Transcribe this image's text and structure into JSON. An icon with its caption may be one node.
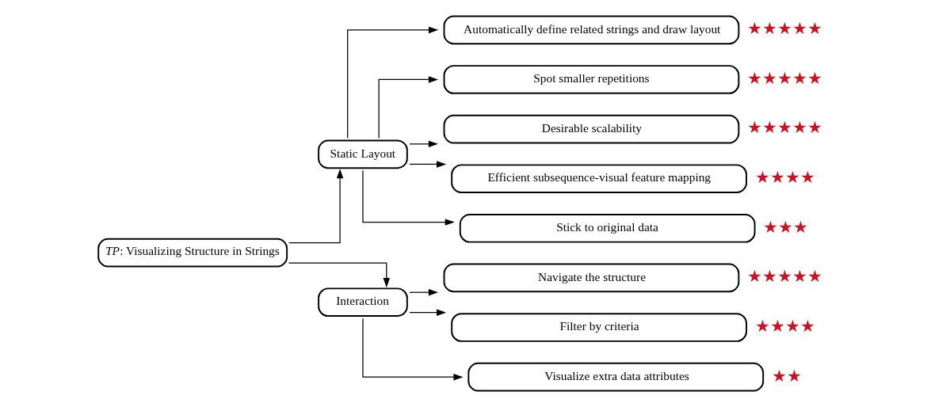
{
  "diagram": {
    "nodes": [
      {
        "text": [
          "*TP*: Visualizing Structure in Strings"
        ]
      },
      {
        "text": [
          "Static Layout"
        ]
      },
      {
        "text": [
          "Interaction"
        ]
      },
      {
        "text": [
          "Automatically define related strings and draw layout"
        ],
        "beside": [
          "★★★★★"
        ]
      },
      {
        "text": [
          "Spot smaller repetitions"
        ],
        "beside": [
          "★★★★★"
        ]
      },
      {
        "text": [
          "Desirable scalability"
        ],
        "beside": [
          "★★★★★"
        ]
      },
      {
        "text": [
          "Efficient subsequence-visual feature mapping"
        ],
        "beside": [
          "★★★★"
        ]
      },
      {
        "text": [
          "Stick to original data"
        ],
        "beside": [
          "★★★"
        ]
      },
      {
        "text": [
          "Navigate the structure"
        ],
        "beside": [
          "★★★★★"
        ]
      },
      {
        "text": [
          "Filter by criteria"
        ],
        "beside": [
          "★★★★"
        ]
      },
      {
        "text": [
          "Visualize extra data attributes"
        ],
        "beside": [
          "★★"
        ]
      }
    ],
    "edges": [
      {
        "from": 0,
        "to": 1,
        "arrow": "to"
      },
      {
        "from": 0,
        "to": 2,
        "arrow": "to"
      },
      {
        "from": 1,
        "to": 3,
        "arrow": "to"
      },
      {
        "from": 1,
        "to": 4,
        "arrow": "to"
      },
      {
        "from": 1,
        "to": 5,
        "arrow": "to"
      },
      {
        "from": 1,
        "to": 6,
        "arrow": "to"
      },
      {
        "from": 1,
        "to": 7,
        "arrow": "to"
      },
      {
        "from": 2,
        "to": 8,
        "arrow": "to"
      },
      {
        "from": 2,
        "to": 9,
        "arrow": "to"
      },
      {
        "from": 2,
        "to": 10,
        "arrow": "to"
      }
    ]
  }
}
